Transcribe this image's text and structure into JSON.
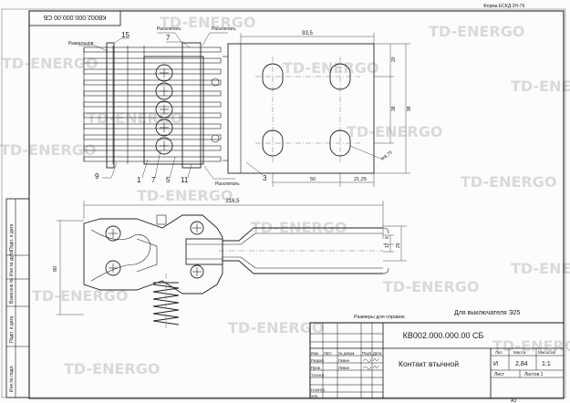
{
  "form_label": "Форма ЕСКД 2Н-79",
  "stamp_rotated": "КВ002.000.000.00 СБ",
  "watermark": "TD-ENERGO",
  "callouts": {
    "c15": "15",
    "c7": "7",
    "c9": "9",
    "c1": "1",
    "c7b": "7",
    "c5": "5",
    "c11": "11",
    "c3": "3",
    "razvaltsevat_1": "Развальцов.",
    "razvaltsevat_2": "Расклепать",
    "razvaltsevat_3": "Расклепать",
    "rasklepat_bottom": "Расклепать"
  },
  "dims": {
    "d93_5": "93,5",
    "d20": "20",
    "d38": "38",
    "d98": "98",
    "d88_75": "R8,75",
    "d50": "50",
    "d21_25": "21,25",
    "d216_5": "216,5",
    "d17": "17",
    "d6": "6",
    "d25": "25",
    "d80": "80"
  },
  "notes": {
    "reference": "Размеры для справок.",
    "for_switch": "Для выключателя Э25"
  },
  "title_block": {
    "designation": "КВ002.000.000.00 СБ",
    "name": "Контакт втычной",
    "lit_header": "Лит.",
    "mass_header": "Масса",
    "scale_header": "Масштаб",
    "lit_value": "И",
    "mass_value": "2,84",
    "scale_value": "1:1",
    "sheet": "Лист",
    "sheets": "Листов 1",
    "rows": [
      {
        "role": "Изм.",
        "name": "Лист",
        "doc": "№ докум.",
        "sign": "Подп.",
        "date": "Дата"
      },
      {
        "role": "Разраб.",
        "name": "Левин",
        "doc": "",
        "sign": "",
        "date": ""
      },
      {
        "role": "Пров.",
        "name": "Левин",
        "doc": "",
        "sign": "",
        "date": ""
      },
      {
        "role": "Т.контр.",
        "name": "",
        "doc": "",
        "sign": "",
        "date": ""
      },
      {
        "role": "",
        "name": "",
        "doc": "",
        "sign": "",
        "date": ""
      },
      {
        "role": "Н.контр.",
        "name": "",
        "doc": "",
        "sign": "",
        "date": ""
      },
      {
        "role": "Утв.",
        "name": "",
        "doc": "",
        "sign": "",
        "date": ""
      }
    ],
    "format": "А3"
  },
  "side_stamp": [
    "Подп. и дата",
    "Инв.№ дубл.",
    "Взам.инв.№",
    "Подп. и дата",
    "Инв.№ подл."
  ]
}
